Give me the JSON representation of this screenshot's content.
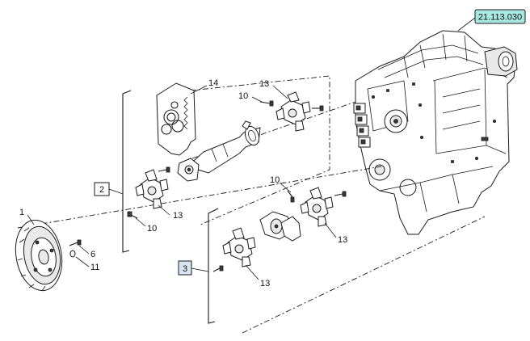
{
  "reference": {
    "code": "21.113.030",
    "bg_color": "#a8e8e0"
  },
  "groups": {
    "group_2": "2",
    "group_3": "3",
    "group_3_bg": "#d8e4f2"
  },
  "callouts": {
    "c1": "1",
    "c6": "6",
    "c10_a": "10",
    "c10_b": "10",
    "c10_c": "10",
    "c11": "11",
    "c13_a": "13",
    "c13_b": "13",
    "c13_c": "13",
    "c13_d": "13",
    "c14": "14"
  }
}
